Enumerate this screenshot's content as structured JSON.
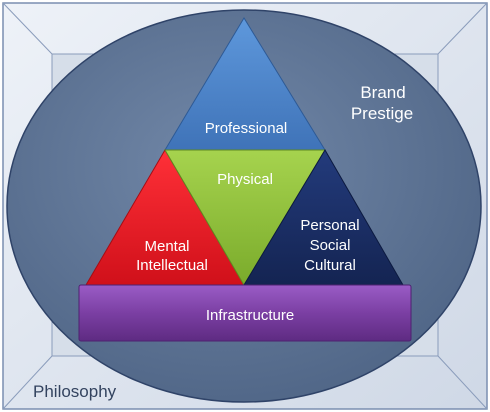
{
  "diagram": {
    "frame_label": "Philosophy",
    "oval_label": [
      "Brand",
      "Prestige"
    ],
    "triangles": {
      "top": "Professional",
      "center": "Physical",
      "left": [
        "Mental",
        "Intellectual"
      ],
      "right": [
        "Personal",
        "Social",
        "Cultural"
      ]
    },
    "base_bar": "Infrastructure"
  },
  "colors": {
    "frame_fill": "#dfe5ef",
    "frame_stroke": "#7a8eb0",
    "oval_fill": "#5f7495",
    "oval_stroke": "#2f4368",
    "top_triangle": "#4f86c9",
    "center_triangle": "#93c23e",
    "left_triangle": "#ee1c24",
    "right_triangle": "#1b2f66",
    "base_bar": "#7b3fa3"
  }
}
